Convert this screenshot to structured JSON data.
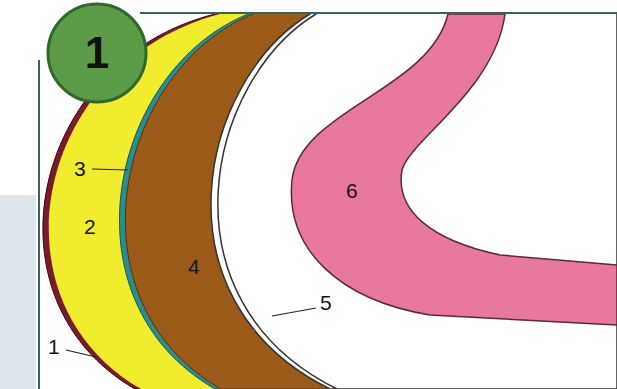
{
  "diagram": {
    "nodes": [
      {
        "text": [
          "1"
        ]
      }
    ],
    "labels": [
      "3",
      "2",
      "6",
      "4",
      "5",
      "1"
    ]
  }
}
